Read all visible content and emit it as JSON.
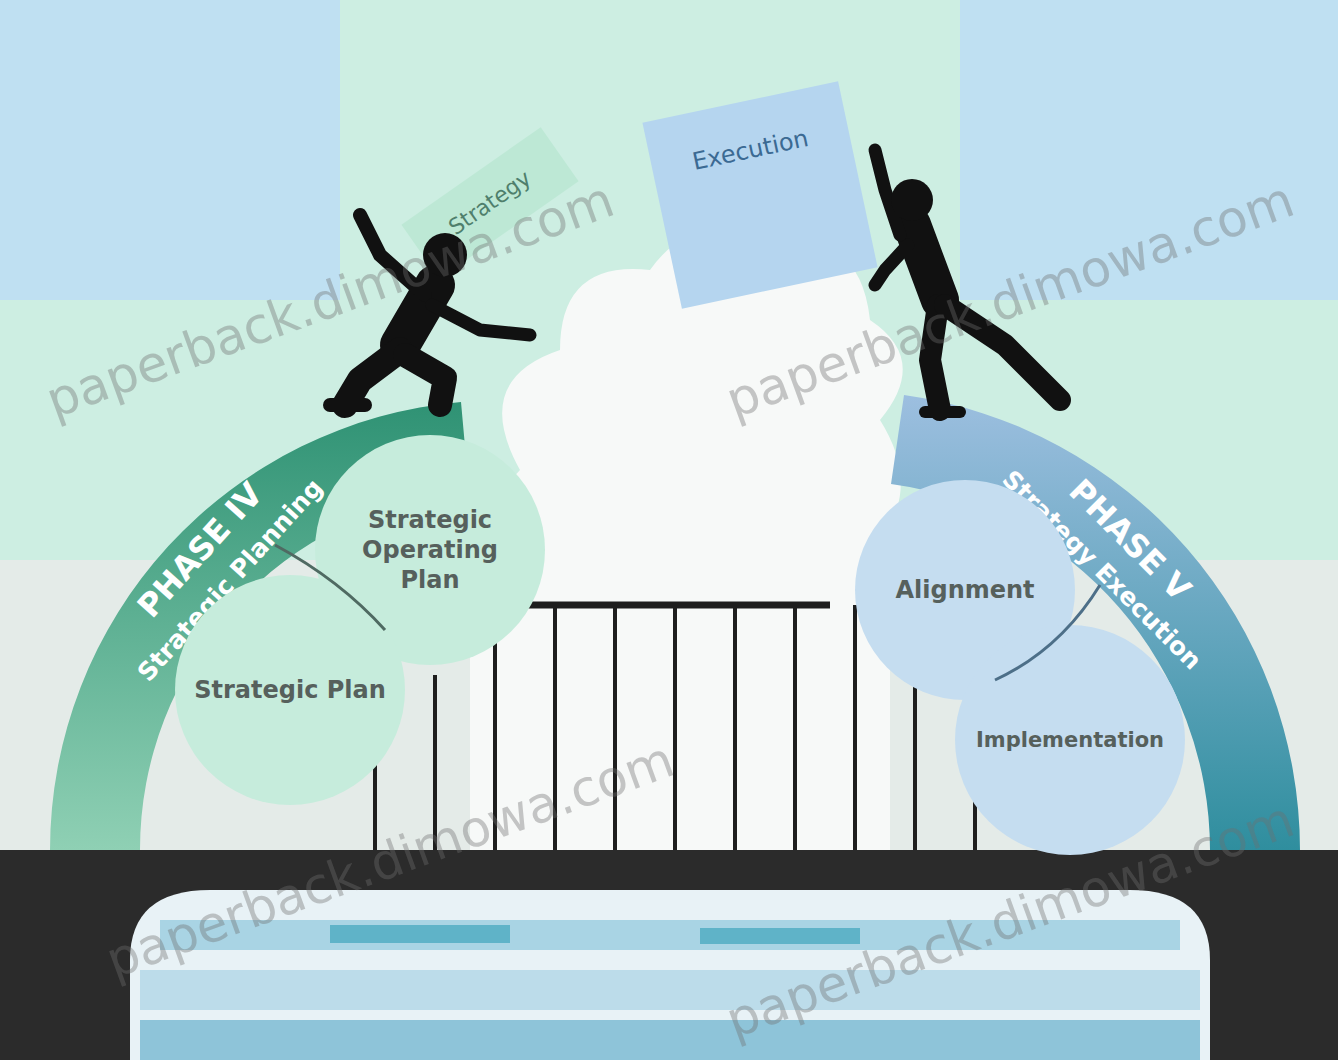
{
  "diagram": {
    "nodes": [
      {
        "text": [
          "Strategy"
        ]
      },
      {
        "text": [
          "Execution"
        ]
      },
      {
        "text": [
          "PHASE IV",
          "Strategic Planning"
        ]
      },
      {
        "text": [
          "Strategic Operating Plan"
        ]
      },
      {
        "text": [
          "Strategic Plan"
        ]
      },
      {
        "text": [
          "PHASE V",
          "Strategy Execution"
        ]
      },
      {
        "text": [
          "Alignment"
        ]
      },
      {
        "text": [
          "Implementation"
        ]
      }
    ],
    "labels": [
      "paperback.dimowa.com",
      "paperback.dimowa.com",
      "paperback.dimowa.com",
      "paperback.dimowa.com"
    ]
  }
}
